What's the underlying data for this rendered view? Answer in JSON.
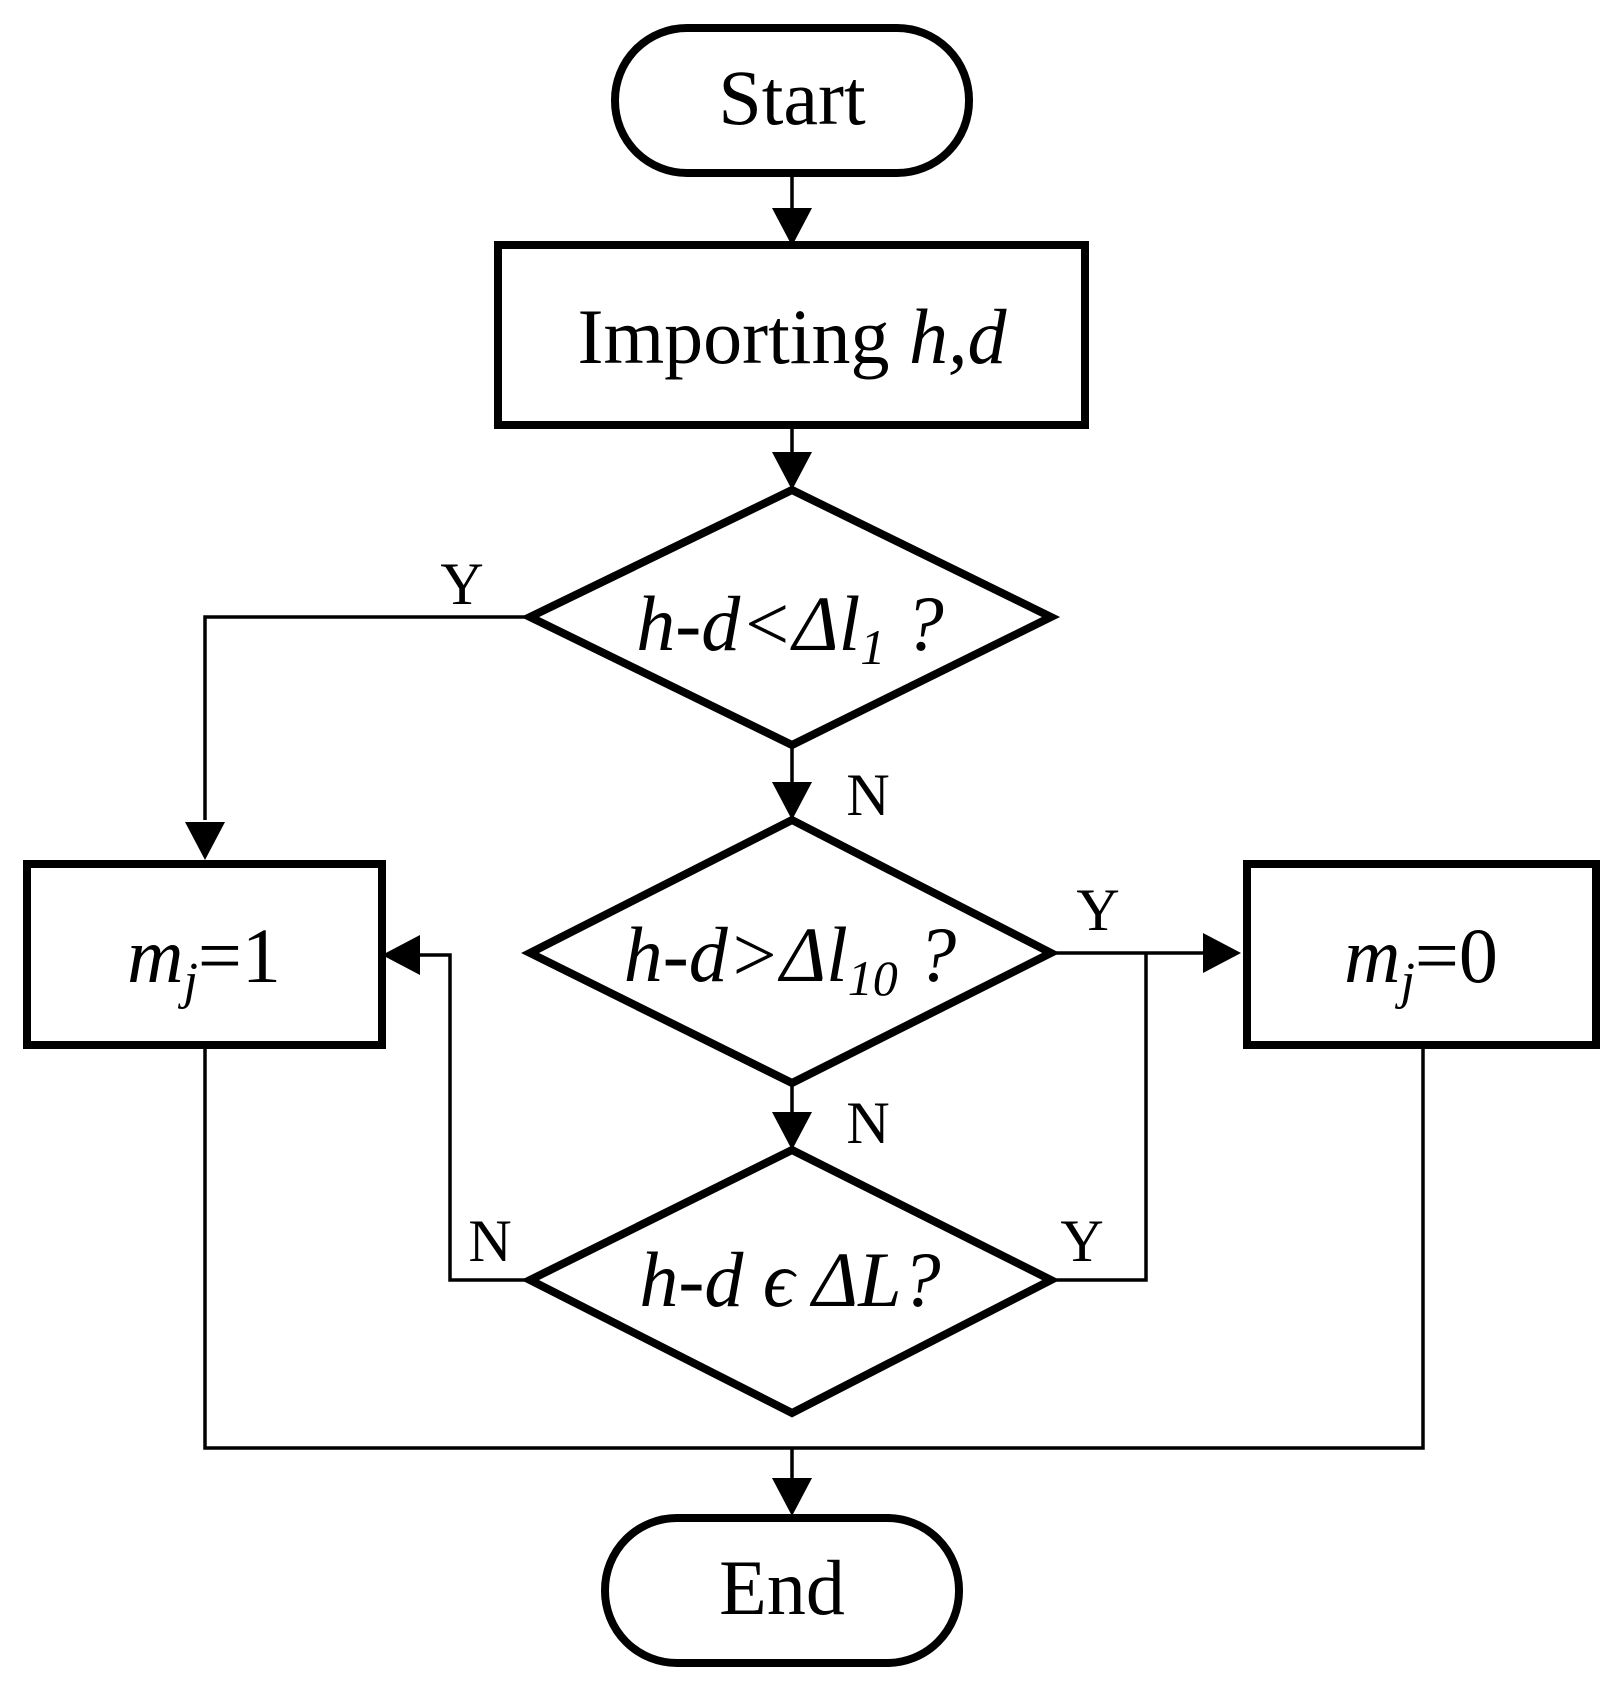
{
  "nodes": {
    "start": {
      "text": "Start"
    },
    "import": {
      "text": "Importing ",
      "vars": "h,d"
    },
    "decision1": {
      "expr": "h-d<Δl",
      "sub": "1",
      "q": " ?"
    },
    "decision2": {
      "expr": "h-d>Δl",
      "sub": "10",
      "q": " ?"
    },
    "decision3": {
      "expr": "h-d ϵ ΔL?"
    },
    "set_one": {
      "var": "m",
      "sub": "j",
      "rest": "=1"
    },
    "set_zero": {
      "var": "m",
      "sub": "j",
      "rest": "=0"
    },
    "end": {
      "text": "End"
    }
  },
  "edge_labels": {
    "d1_yes": "Y",
    "d1_no": "N",
    "d2_yes": "Y",
    "d2_no": "N",
    "d3_no": "N",
    "d3_yes": "Y"
  }
}
